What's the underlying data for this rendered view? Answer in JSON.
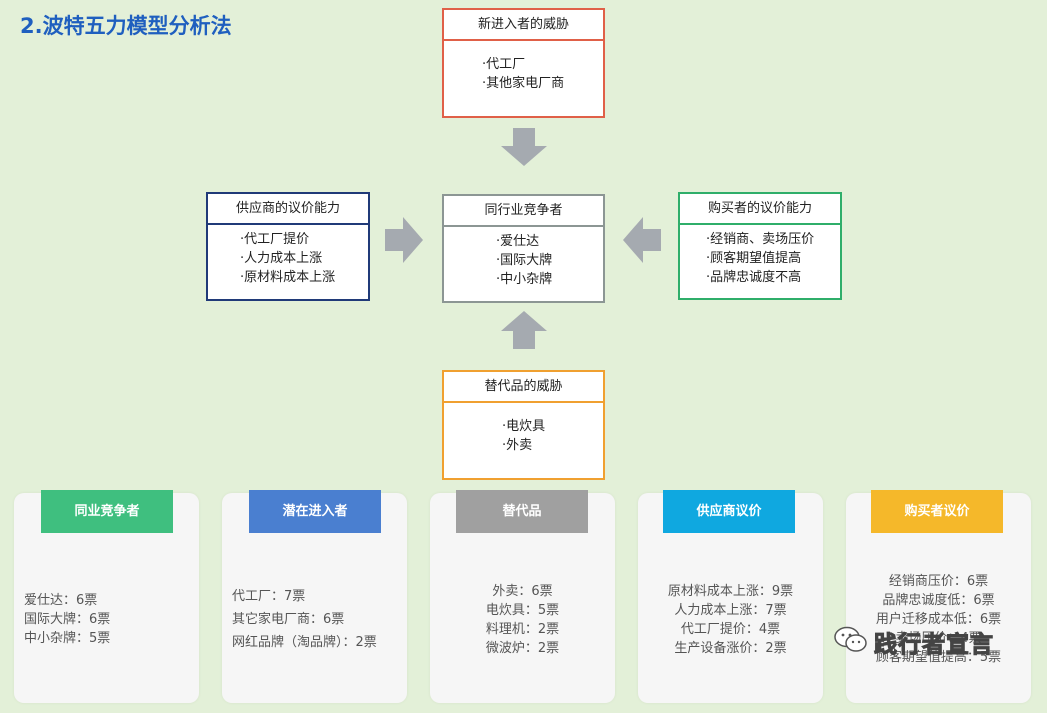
{
  "page_title": "2.波特五力模型分析法",
  "forces": {
    "new_entrants": {
      "title": "新进入者的威胁",
      "items": [
        "代工厂",
        "其他家电厂商"
      ],
      "color": "#e06048"
    },
    "suppliers": {
      "title": "供应商的议价能力",
      "items": [
        "代工厂提价",
        "人力成本上涨",
        "原材料成本上涨"
      ],
      "color": "#203a78"
    },
    "competitors": {
      "title": "同行业竞争者",
      "items": [
        "爱仕达",
        "国际大牌",
        "中小杂牌"
      ],
      "color": "#8c9694"
    },
    "buyers": {
      "title": "购买者的议价能力",
      "items": [
        "经销商、卖场压价",
        "顾客期望值提高",
        "品牌忠诚度不高"
      ],
      "color": "#2fae6a"
    },
    "substitutes": {
      "title": "替代品的威胁",
      "items": [
        "电炊具",
        "外卖"
      ],
      "color": "#f0a030"
    }
  },
  "vote_cards": [
    {
      "tab": "同业竞争者",
      "color": "#3fbf7f",
      "items": [
        "爱仕达：6票",
        "国际大牌：6票",
        "中小杂牌：5票"
      ]
    },
    {
      "tab": "潜在进入者",
      "color": "#4a7fd0",
      "items": [
        "代工厂：7票",
        "其它家电厂商：6票",
        "网红品牌（淘品牌）：2票"
      ]
    },
    {
      "tab": "替代品",
      "color": "#a0a0a0",
      "items": [
        "外卖：6票",
        "电炊具：5票",
        "料理机：2票",
        "微波炉：2票"
      ]
    },
    {
      "tab": "供应商议价",
      "color": "#0fa8e0",
      "items": [
        "原材料成本上涨：9票",
        "人力成本上涨：7票",
        "代工厂提价：4票",
        "生产设备涨价：2票"
      ]
    },
    {
      "tab": "购买者议价",
      "color": "#f5b82a",
      "items": [
        "经销商压价：6票",
        "品牌忠诚度低：6票",
        "用户迁移成本低：6票",
        "卖场压价：4票",
        "顾客期望值提高：5票"
      ]
    }
  ],
  "watermark": {
    "text": "践行者宣言",
    "icon": "wechat-icon"
  }
}
